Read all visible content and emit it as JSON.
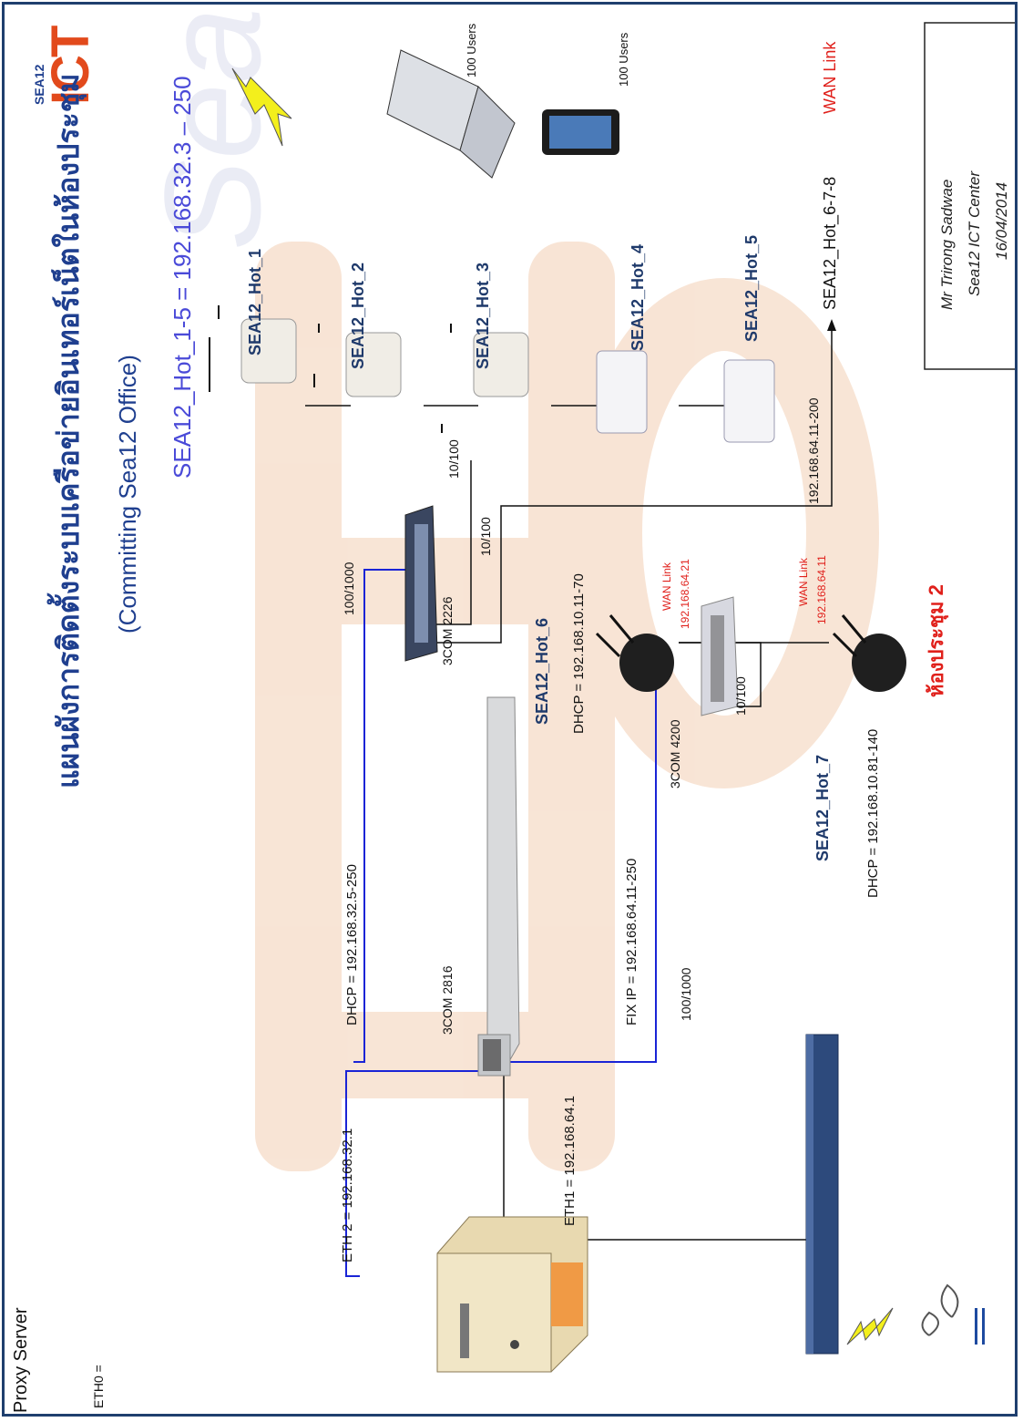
{
  "title_thai": "แผนผังการติดตั้งระบบเครือข่ายอินเทอร์เน็ตในห้องประชุม",
  "subtitle": "(Committing Sea12 Office)",
  "logo_text": "SEA12",
  "hotspot_range": "SEA12_Hot_1-5  = 192.168.32.3 – 250",
  "devices": {
    "proxy": "Proxy Server",
    "eth0": "ETH0 =",
    "eth1": "ETH1 = 192.168.64.1",
    "eth2": "ETH 2 = 192.168.32.1",
    "sw2816": "3COM 2816",
    "sw2226": "3COM 2226",
    "sw4200": "3COM 4200"
  },
  "links": {
    "dhcp_main": "DHCP = 192.168.32.5-250",
    "fix_ip": "FIX IP = 192.168.64.11-250",
    "speed_1000_a": "100/1000",
    "speed_1000_b": "100/1000",
    "speed_100_a": "10/100",
    "speed_100_b": "10/100",
    "speed_100_c": "10/100",
    "wan_range": "192.168.64.11-200"
  },
  "hotspots": [
    "SEA12_Hot_1",
    "SEA12_Hot_2",
    "SEA12_Hot_3",
    "SEA12_Hot_4",
    "SEA12_Hot_5"
  ],
  "hot6": {
    "name": "SEA12_Hot_6",
    "dhcp": "DHCP = 192.168.10.11-70",
    "wan_label": "WAN Link",
    "wan_ip": "192.168.64.21"
  },
  "hot7": {
    "name": "SEA12_Hot_7",
    "dhcp": "DHCP = 192.168.10.81-140",
    "wan_label": "WAN Link",
    "wan_ip": "192.168.64.11"
  },
  "hot678": "SEA12_Hot_6-7-8",
  "wan_link": "WAN Link",
  "room": "ห้องประชุม 2",
  "users": [
    "100 Users",
    "100 Users"
  ],
  "credit": {
    "name": "Mr Trirong  Sadwae",
    "org": "Sea12  ICT Center",
    "date": "16/04/2014"
  },
  "colors": {
    "title_blue": "#1f3f8f",
    "link_blue": "#1a24d6",
    "wan_red": "#e0201b",
    "label_navy": "#1f3a6b",
    "watermark": "#f6d9c4"
  }
}
